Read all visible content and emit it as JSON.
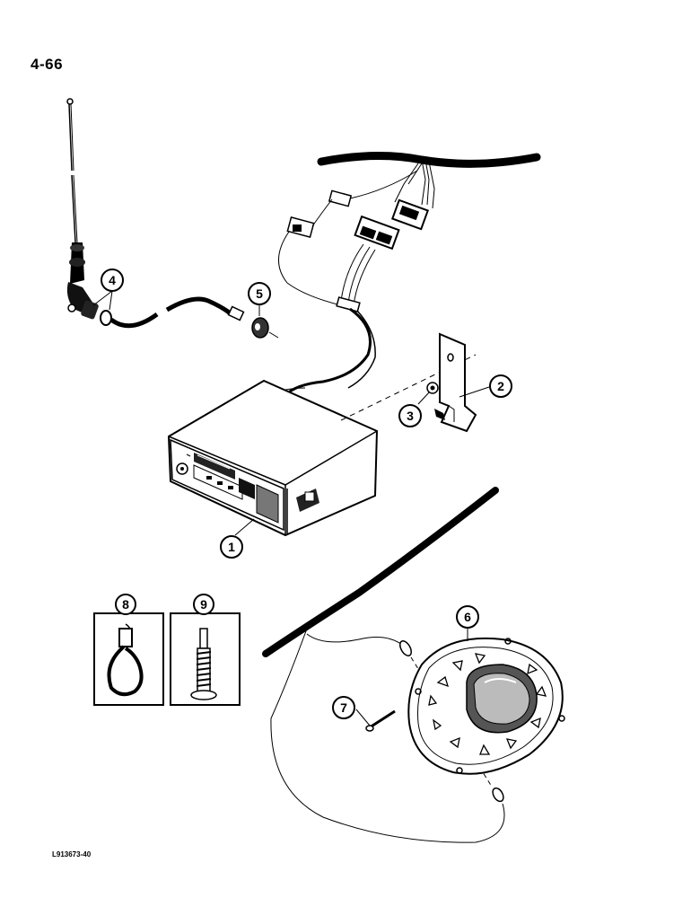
{
  "page": {
    "page_number": "4-66",
    "figure_code": "L913673-40"
  },
  "callouts": [
    {
      "id": "1",
      "label": "1",
      "part": "radio"
    },
    {
      "id": "2",
      "label": "2",
      "part": "mounting-bracket"
    },
    {
      "id": "3",
      "label": "3",
      "part": "nut"
    },
    {
      "id": "4",
      "label": "4",
      "part": "antenna-connector"
    },
    {
      "id": "5",
      "label": "5",
      "part": "grommet"
    },
    {
      "id": "6",
      "label": "6",
      "part": "speaker"
    },
    {
      "id": "7",
      "label": "7",
      "part": "screw"
    },
    {
      "id": "8",
      "label": "8",
      "part": "cable-strap"
    },
    {
      "id": "9",
      "label": "9",
      "part": "push-rivet"
    }
  ]
}
